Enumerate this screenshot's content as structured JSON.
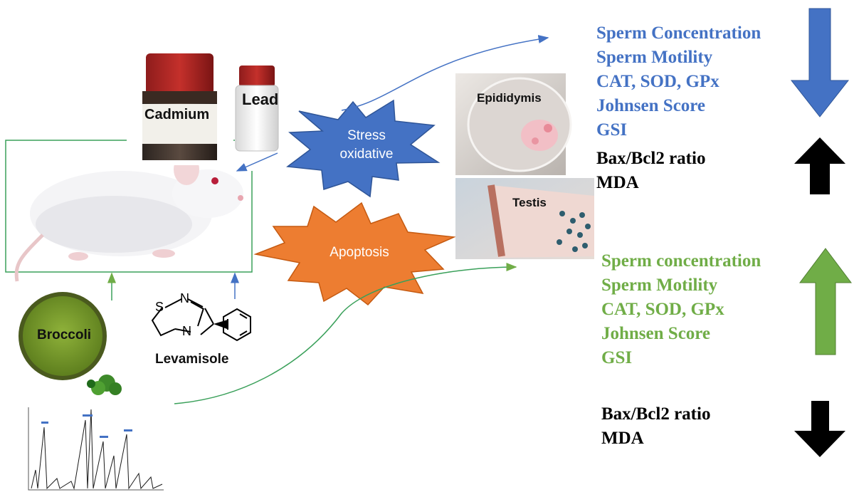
{
  "labels": {
    "cadmium": "Cadmium",
    "lead": "Lead",
    "stress_line1": "Stress",
    "stress_line2": "oxidative",
    "apoptosis": "Apoptosis",
    "epididymis": "Epididymis",
    "testis": "Testis",
    "broccoli": "Broccoli",
    "levamisole": "Levamisole",
    "atom_s": "S",
    "atom_n1": "N",
    "atom_n2": "N"
  },
  "toxic_effects": {
    "decreased": [
      "Sperm Concentration",
      "Sperm Motility",
      "CAT, SOD, GPx",
      "Johnsen Score",
      "GSI"
    ],
    "increased": [
      "Bax/Bcl2 ratio",
      "MDA"
    ]
  },
  "protective_effects": {
    "increased": [
      "Sperm concentration",
      "Sperm Motility",
      "CAT, SOD, GPx",
      "Johnsen Score",
      "GSI"
    ],
    "decreased": [
      "Bax/Bcl2 ratio",
      "MDA"
    ]
  },
  "colors": {
    "blue": "#4472c4",
    "green": "#70ad47",
    "orange": "#ed7d31",
    "black": "#000000"
  }
}
